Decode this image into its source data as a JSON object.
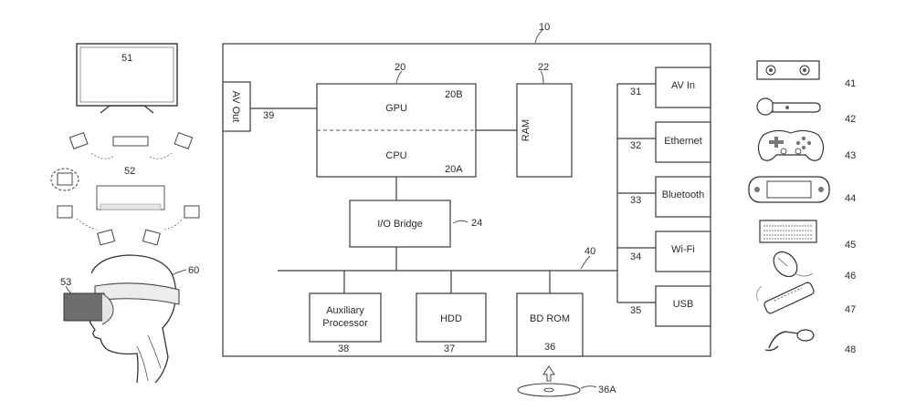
{
  "system": {
    "ref": "10"
  },
  "av_out": {
    "label": "AV Out",
    "ref": "39"
  },
  "gpu": {
    "label": "GPU",
    "ref": "20B"
  },
  "cpu": {
    "label": "CPU",
    "ref": "20A"
  },
  "processor_ref": "20",
  "ram": {
    "label": "RAM",
    "ref": "22"
  },
  "io_bridge": {
    "label": "I/O Bridge",
    "ref": "24"
  },
  "bus_ref": "40",
  "aux": {
    "line1": "Auxiliary",
    "line2": "Processor",
    "ref": "38"
  },
  "hdd": {
    "label": "HDD",
    "ref": "37"
  },
  "bdrom": {
    "label": "BD ROM",
    "ref": "36"
  },
  "disc_ref": "36A",
  "ports": [
    {
      "label": "AV In",
      "ref": "31"
    },
    {
      "label": "Ethernet",
      "ref": "32"
    },
    {
      "label": "Bluetooth",
      "ref": "33"
    },
    {
      "label": "Wi-Fi",
      "ref": "34"
    },
    {
      "label": "USB",
      "ref": "35"
    }
  ],
  "left_refs": {
    "tv": "51",
    "surround": "52",
    "hmd_display": "53",
    "hmd": "60"
  },
  "peripheral_refs": [
    "41",
    "42",
    "43",
    "44",
    "45",
    "46",
    "47",
    "48"
  ],
  "peripheral_icons": [
    "camera-icon",
    "motion-controller-icon",
    "gamepad-icon",
    "handheld-console-icon",
    "keyboard-icon",
    "mouse-icon",
    "remote-control-icon",
    "headset-icon"
  ]
}
